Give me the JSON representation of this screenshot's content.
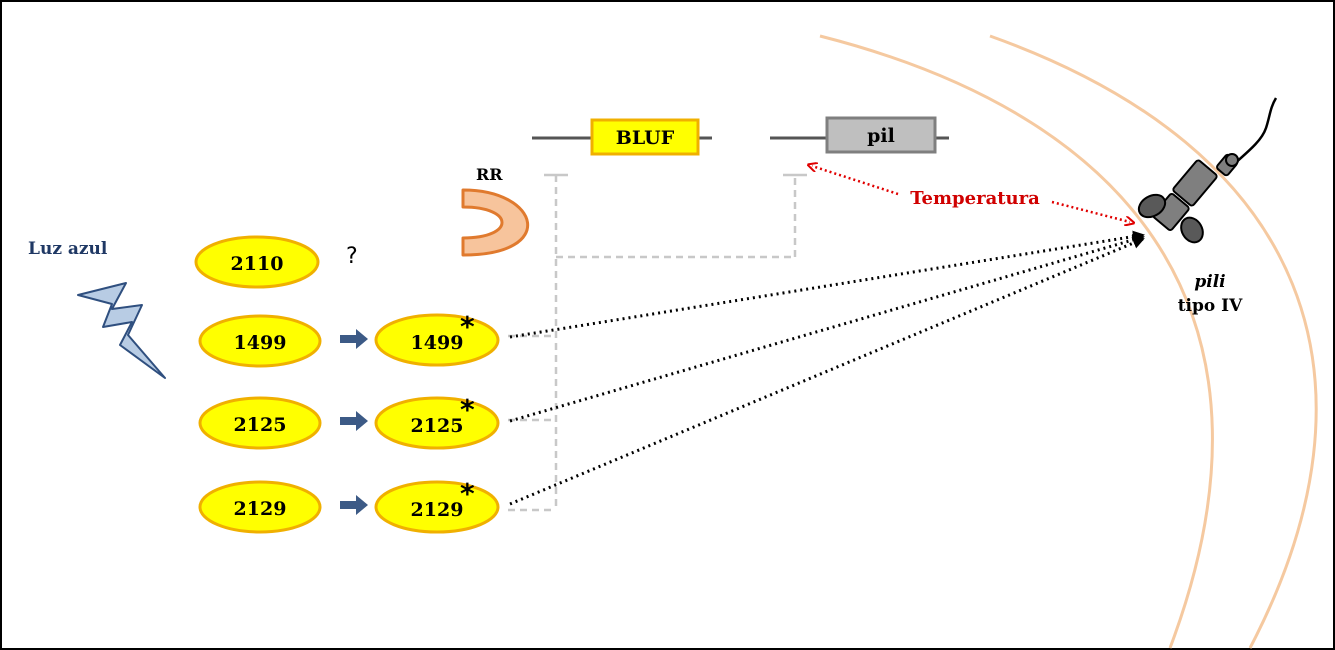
{
  "light": {
    "label": "Luz azul"
  },
  "rr_label": "RR",
  "unknown_mark": "?",
  "phospho_mark": "*",
  "proteins": {
    "p2110": "2110",
    "p1499": "1499",
    "p2125": "2125",
    "p2129": "2129"
  },
  "phosphorylated": {
    "p1499": "1499",
    "p2125": "2125",
    "p2129": "2129"
  },
  "genes": {
    "bluf": "BLUF",
    "pil": "pil"
  },
  "temperature": {
    "label": "Temperatura"
  },
  "pili": {
    "line1": "pili",
    "line2": "tipo IV"
  },
  "colors": {
    "protein_fill": "#ffff00",
    "protein_stroke": "#f0b000",
    "bluf_fill": "#ffff00",
    "pil_fill": "#bfbfbf",
    "membrane": "#f5c9a0",
    "rr_fill": "#f7c49c",
    "rr_stroke": "#e07a2e",
    "temperature": "#d00000",
    "arrow_blue": "#3c5a86",
    "bolt_fill": "#b8cce4",
    "bolt_stroke": "#2f4f7f",
    "light_label": "#1f3864"
  }
}
